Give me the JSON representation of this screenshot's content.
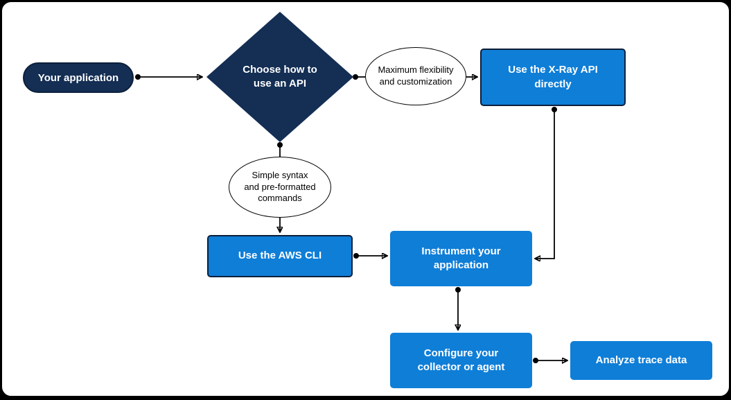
{
  "title": "X-Ray API usage decision flowchart",
  "colors": {
    "navy": "#142e54",
    "blue": "#0f7ed7",
    "box_border": "#0b1f3a",
    "line": "#000000",
    "text_light": "#ffffff",
    "text_dark": "#000000",
    "canvas_bg": "#ffffff"
  },
  "nodes": {
    "your_application": "Your application",
    "choose_api": "Choose how to use an API",
    "max_flexibility": "Maximum flexibility and customization",
    "xray_api": "Use the X-Ray API directly",
    "simple_syntax": "Simple syntax and pre-formatted commands",
    "aws_cli": "Use the AWS CLI",
    "instrument": "Instrument your application",
    "configure": "Configure your collector or agent",
    "analyze": "Analyze trace data"
  },
  "edges": [
    {
      "from": "your_application",
      "to": "choose_api"
    },
    {
      "from": "choose_api",
      "to": "xray_api",
      "via": "max_flexibility"
    },
    {
      "from": "choose_api",
      "to": "aws_cli",
      "via": "simple_syntax"
    },
    {
      "from": "aws_cli",
      "to": "instrument"
    },
    {
      "from": "xray_api",
      "to": "instrument"
    },
    {
      "from": "instrument",
      "to": "configure"
    },
    {
      "from": "configure",
      "to": "analyze"
    }
  ]
}
